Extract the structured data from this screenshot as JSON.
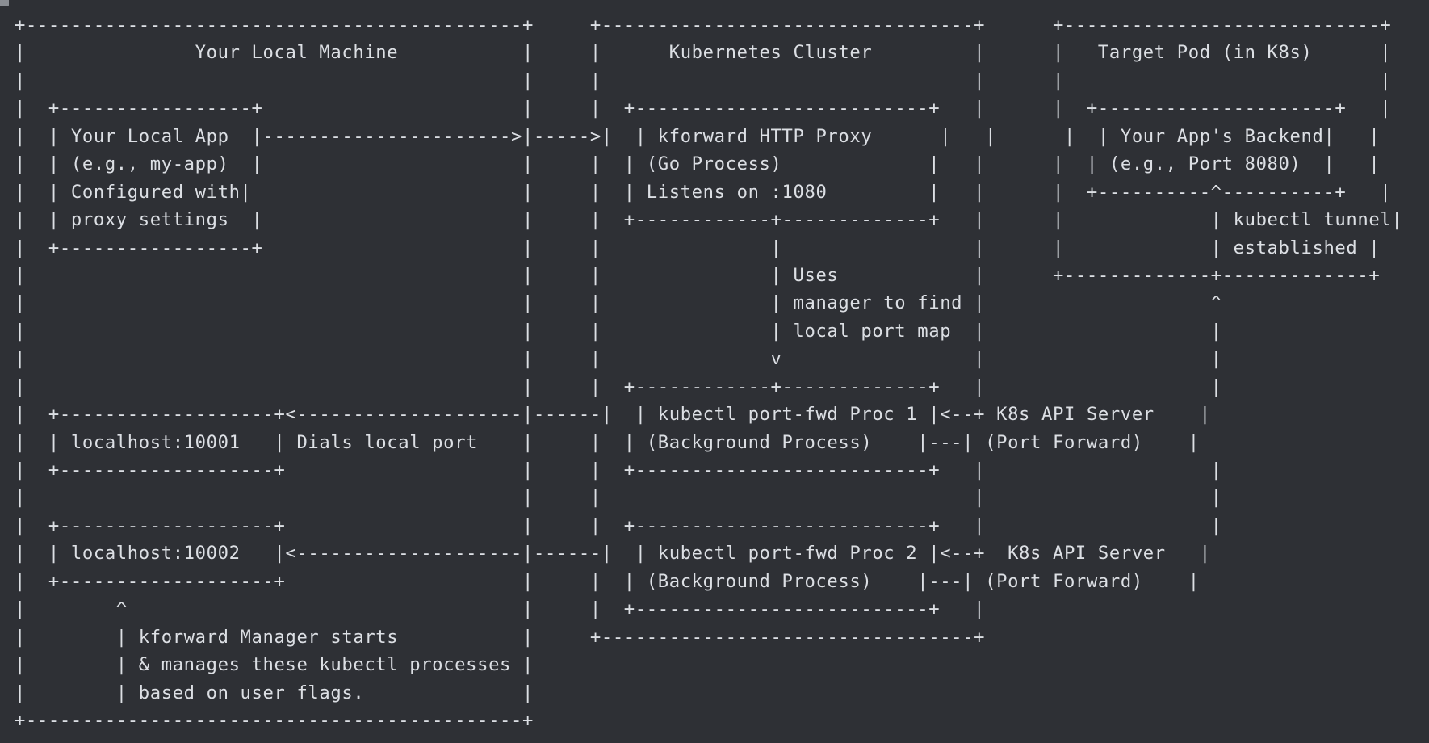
{
  "diagram": {
    "lines": [
      "+--------------------------------------------+     +---------------------------------+      +----------------------------+",
      "|               Your Local Machine           |     |      Kubernetes Cluster         |      |   Target Pod (in K8s)      |",
      "|                                            |     |                                 |      |                            |",
      "|  +-----------------+                       |     |  +--------------------------+   |      |  +---------------------+   |",
      "|  | Your Local App  |---------------------->|----->|  | kforward HTTP Proxy      |   |      |  | Your App's Backend|   |",
      "|  | (e.g., my-app)  |                       |     |  | (Go Process)             |   |      |  | (e.g., Port 8080)  |   |",
      "|  | Configured with|                        |     |  | Listens on :1080         |   |      |  +----------^----------+   |",
      "|  | proxy settings  |                       |     |  +------------+-------------+   |      |             | kubectl tunnel|",
      "|  +-----------------+                       |     |               |                 |      |             | established |",
      "|                                            |     |               | Uses            |      +-------------+-------------+",
      "|                                            |     |               | manager to find |                    ^",
      "|                                            |     |               | local port map  |                    |",
      "|                                            |     |               v                 |                    |",
      "|                                            |     |  +------------+-------------+   |                    |",
      "|  +-------------------+<--------------------|------|  | kubectl port-fwd Proc 1 |<--+ K8s API Server    |",
      "|  | localhost:10001   | Dials local port    |     |  | (Background Process)    |---| (Port Forward)    |",
      "|  +-------------------+                     |     |  +--------------------------+   |                    |",
      "|                                            |     |                                 |                    |",
      "|  +-------------------+                     |     |  +--------------------------+   |                    |",
      "|  | localhost:10002   |<--------------------|------|  | kubectl port-fwd Proc 2 |<--+  K8s API Server   |",
      "|  +-------------------+                     |     |  | (Background Process)    |---| (Port Forward)    |",
      "|        ^                                   |     |  +--------------------------+   |",
      "|        | kforward Manager starts           |     +---------------------------------+",
      "|        | & manages these kubectl processes |",
      "|        | based on user flags.              |",
      "+--------------------------------------------+"
    ]
  }
}
